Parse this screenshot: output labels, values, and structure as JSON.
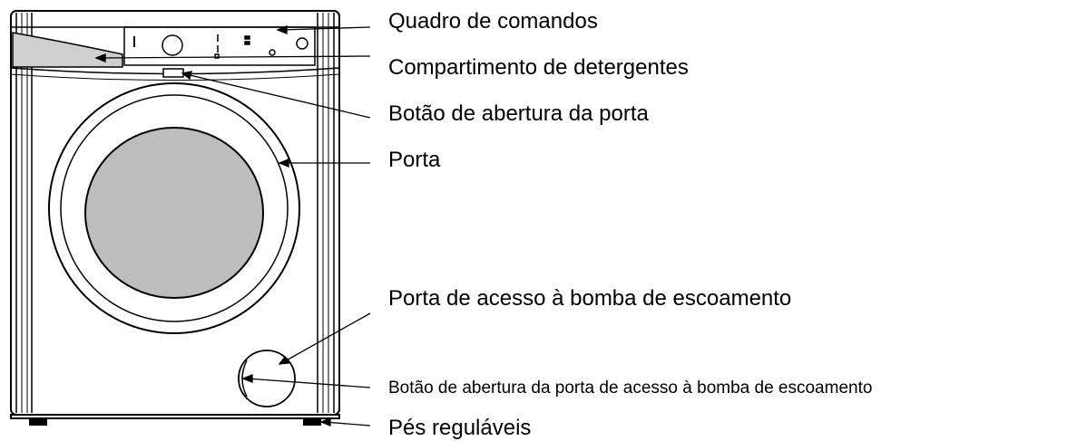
{
  "labels": {
    "control_panel": "Quadro de comandos",
    "detergent_drawer": "Compartimento de detergentes",
    "door_button": "Botão de abertura da porta",
    "door": "Porta",
    "pump_access_door": "Porta de acesso à bomba de escoamento",
    "pump_door_button": "Botão de abertura da porta de acesso à bomba de escoamento",
    "adjustable_feet": "Pés reguláveis"
  },
  "colors": {
    "line": "#000000",
    "glass": "#bdbdbd",
    "drawer": "#cfcfcf",
    "feet": "#000000"
  }
}
